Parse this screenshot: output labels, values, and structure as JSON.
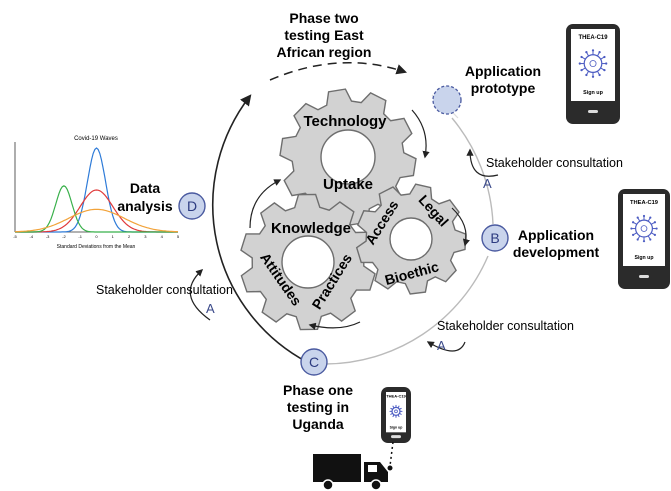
{
  "phase_two": [
    "Phase two",
    "testing East",
    "African region"
  ],
  "application_prototype": [
    "Application",
    "prototype"
  ],
  "application_development": [
    "Application",
    "development"
  ],
  "data_analysis": [
    "Data",
    "analysis"
  ],
  "phase_one": [
    "Phase one",
    "testing in",
    "Uganda"
  ],
  "stakeholder_consultation": "Stakeholder consultation",
  "markers": {
    "a": "A",
    "b": "B",
    "c": "C",
    "d": "D"
  },
  "gears": {
    "top": [
      "Technology",
      "Uptake"
    ],
    "left": [
      "Knowledge",
      "Attitudes",
      "Practices"
    ],
    "right": [
      "Access",
      "Legal",
      "Bioethic"
    ]
  },
  "phone": {
    "app_name": "THEA-C19",
    "button": "Sign up"
  },
  "chart": {
    "title": "Covid-19 Waves",
    "xlabel": "Standard Deviations from the Mean",
    "ticks": [
      "-5",
      "-4",
      "-3",
      "-2",
      "-1",
      "0",
      "1",
      "2",
      "3",
      "4",
      "5"
    ]
  },
  "chart_data": {
    "type": "line",
    "title": "Covid-19 Waves",
    "xlabel": "Standard Deviations from the Mean",
    "xlim": [
      -5,
      5
    ],
    "series": [
      {
        "color": "#2e7bd8",
        "mean": 0,
        "sd": 0.55,
        "peak": 1.0
      },
      {
        "color": "#e03a3a",
        "mean": 0,
        "sd": 1.0,
        "peak": 0.5
      },
      {
        "color": "#38b04a",
        "mean": -2,
        "sd": 0.5,
        "peak": 0.55
      },
      {
        "color": "#f2a33a",
        "mean": 0,
        "sd": 1.7,
        "peak": 0.27
      }
    ]
  },
  "colors": {
    "gear": "#d2d2d2",
    "gear_stroke": "#6e6e6e",
    "marker_fill": "#c9d4ec",
    "marker_stroke": "#4a5aa0",
    "virus": "#4b5bc2"
  }
}
